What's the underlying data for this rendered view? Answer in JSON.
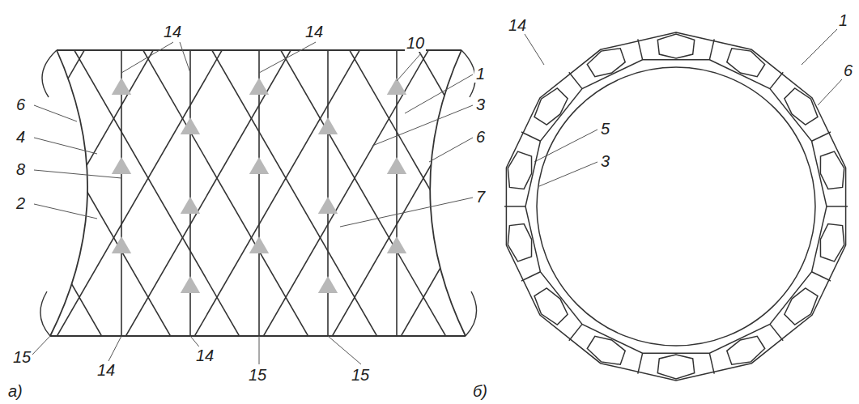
{
  "diagram": {
    "labels": [
      "14",
      "14",
      "10",
      "6",
      "1",
      "4",
      "3",
      "8",
      "6",
      "2",
      "7",
      "15",
      "14",
      "14",
      "15",
      "15",
      "а)",
      "14",
      "1",
      "6",
      "5",
      "3",
      "б)"
    ]
  }
}
